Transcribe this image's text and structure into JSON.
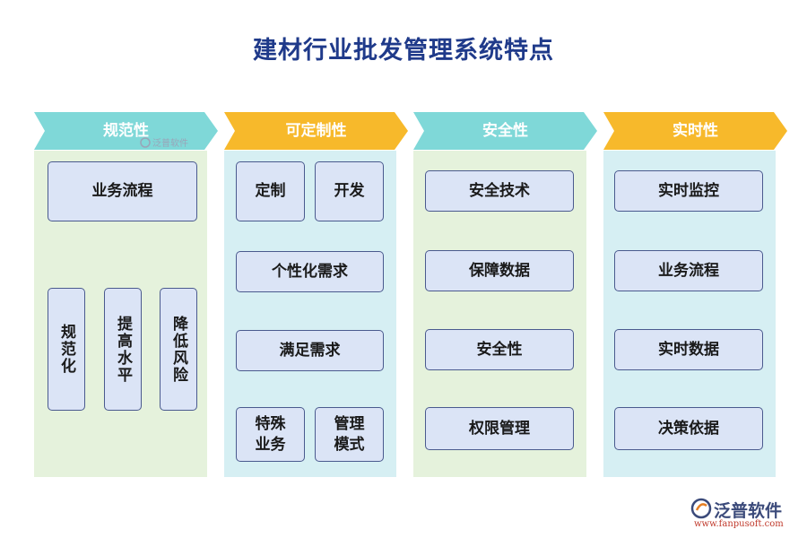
{
  "title": "建材行业批发管理系统特点",
  "colors": {
    "teal": "#7fd8d8",
    "orange": "#f7b92b",
    "green_bg": "#e5f2dc",
    "blue_bg": "#d6eff3",
    "box_fill": "#dbe4f6",
    "box_border": "#4a5a8e"
  },
  "columns": [
    {
      "header": "规范性",
      "items": [
        "业务流程",
        "规范化",
        "提高水平",
        "降低风险"
      ]
    },
    {
      "header": "可定制性",
      "items": [
        "定制",
        "开发",
        "个性化需求",
        "满足需求",
        "特殊业务",
        "管理模式"
      ]
    },
    {
      "header": "安全性",
      "items": [
        "安全技术",
        "保障数据",
        "安全性",
        "权限管理"
      ]
    },
    {
      "header": "实时性",
      "items": [
        "实时监控",
        "业务流程",
        "实时数据",
        "决策依据"
      ]
    }
  ],
  "watermark": {
    "small_text": "泛普软件"
  },
  "logo": {
    "name": "泛普软件",
    "url": "www.fanpusoft.com"
  }
}
